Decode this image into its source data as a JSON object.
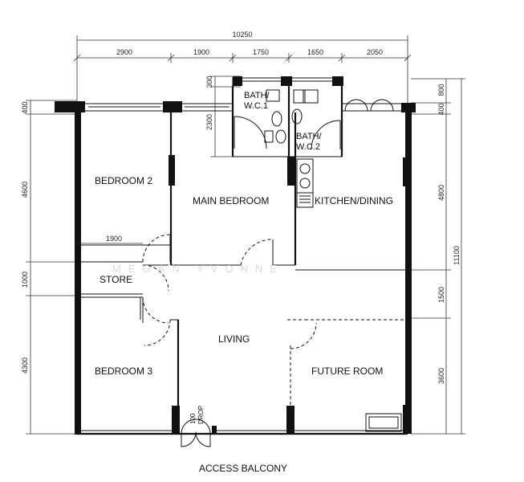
{
  "dimensions": {
    "top_total": "10250",
    "top_segments": [
      "2900",
      "1900",
      "1750",
      "1650",
      "2050"
    ],
    "left": [
      "400",
      "4600",
      "1000",
      "4300"
    ],
    "right_inner": [
      "800",
      "400",
      "4800",
      "1500",
      "3600"
    ],
    "right_total": "11100",
    "bath_vertical": [
      "300",
      "2300"
    ],
    "store_width": "1900",
    "drop": "100\nDROP"
  },
  "rooms": {
    "bedroom2": "BEDROOM 2",
    "main_bedroom": "MAIN BEDROOM",
    "kitchen_dining": "KITCHEN/DINING",
    "store": "STORE",
    "living": "LIVING",
    "bedroom3": "BEDROOM 3",
    "future_room": "FUTURE ROOM",
    "bath1_line1": "BATH/",
    "bath1_line2": "W.C.1",
    "bath2_line1": "BATH/",
    "bath2_line2": "W.C.2"
  },
  "labels": {
    "access_balcony": "ACCESS BALCONY",
    "drop_num": "100",
    "drop_word": "DROP"
  },
  "watermark": "MEGAN YVONNE"
}
